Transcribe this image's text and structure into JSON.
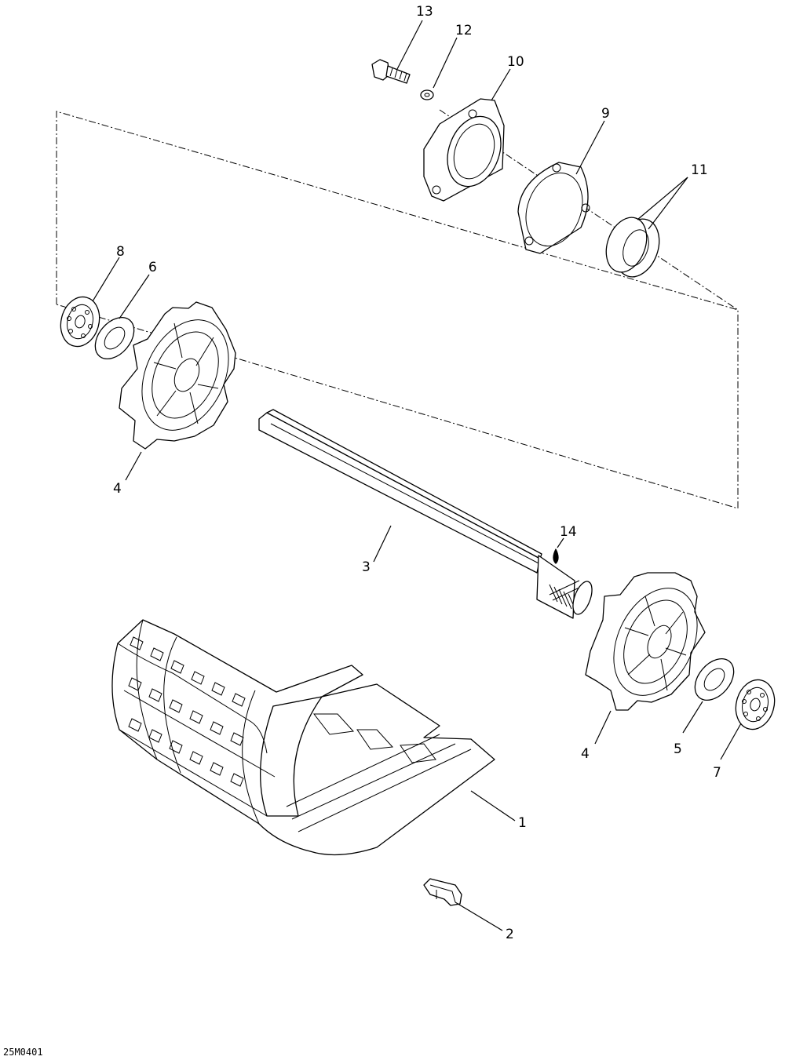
{
  "callouts": [
    {
      "id": "1",
      "label": "1"
    },
    {
      "id": "2",
      "label": "2"
    },
    {
      "id": "3",
      "label": "3"
    },
    {
      "id": "4a",
      "label": "4"
    },
    {
      "id": "4b",
      "label": "4"
    },
    {
      "id": "5",
      "label": "5"
    },
    {
      "id": "6",
      "label": "6"
    },
    {
      "id": "7",
      "label": "7"
    },
    {
      "id": "8",
      "label": "8"
    },
    {
      "id": "9",
      "label": "9"
    },
    {
      "id": "10",
      "label": "10"
    },
    {
      "id": "11",
      "label": "11"
    },
    {
      "id": "12",
      "label": "12"
    },
    {
      "id": "13",
      "label": "13"
    },
    {
      "id": "14",
      "label": "14"
    }
  ],
  "drawing_code": "25M0401"
}
